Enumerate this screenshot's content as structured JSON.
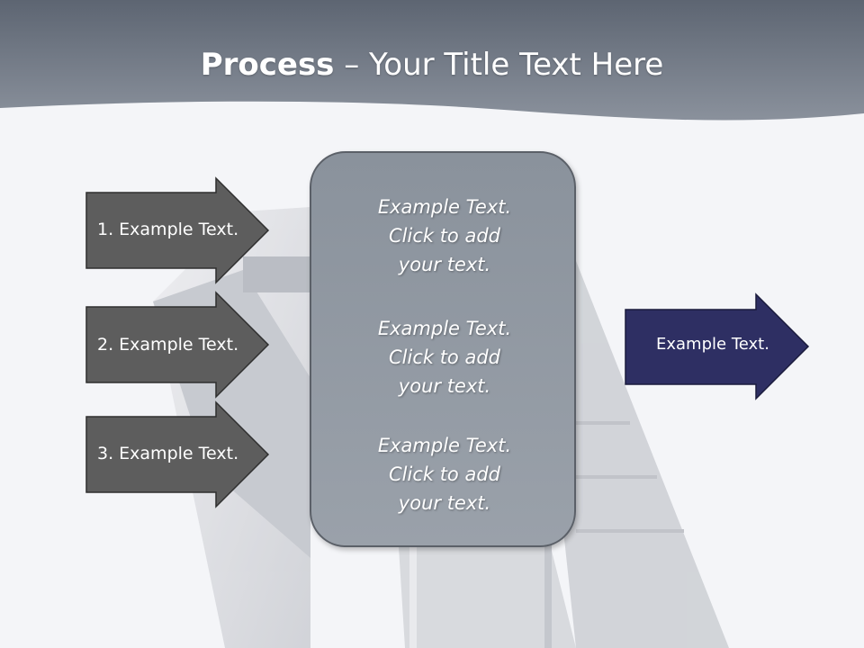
{
  "title": {
    "bold": "Process",
    "rest": " – Your Title Text Here"
  },
  "inputs": [
    {
      "label": "1. Example Text."
    },
    {
      "label": "2. Example Text."
    },
    {
      "label": "3. Example Text."
    }
  ],
  "center_blocks": [
    {
      "lines": [
        "Example Text.",
        "Click  to add",
        "your text."
      ]
    },
    {
      "lines": [
        "Example Text.",
        "Click  to add",
        "your text."
      ]
    },
    {
      "lines": [
        "Example Text.",
        "Click  to add",
        "your text."
      ]
    }
  ],
  "output": {
    "label": "Example Text."
  },
  "colors": {
    "header": "#7a8390",
    "input_arrow": "#5d5d5d",
    "output_arrow": "#2e2f63",
    "center_box": "#8f96a0"
  }
}
